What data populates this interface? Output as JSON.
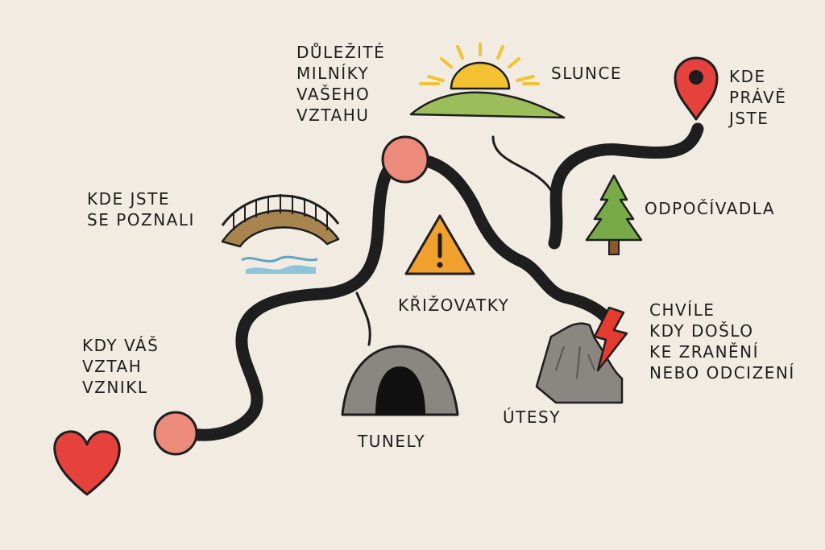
{
  "labels": {
    "milestones": "DŮLEŽITÉ\nMILNÍKY\nVAŠEHO\nVZTAHU",
    "sun": "SLUNCE",
    "here": "KDE\nPRÁVĚ\nJSTE",
    "met": "KDE JSTE\nSE POZNALI",
    "rest": "ODPOČÍVADLA",
    "crossroads": "KŘIŽOVATKY",
    "hurt": "CHVÍLE\nKDY DOŠLO\nKE ZRANĚNÍ\nNEBO ODCIZENÍ",
    "origin": "KDY VÁŠ\nVZTAH\nVZNIKL",
    "tunnels": "TUNELY",
    "cliffs": "ÚTESY"
  },
  "icons": {
    "start": "heart-icon",
    "end": "map-pin-icon",
    "met": "bridge-icon",
    "sun": "sunrise-icon",
    "crossroads": "warning-icon",
    "tunnels": "tunnel-icon",
    "cliffs": "cliff-icon",
    "hurt": "lightning-icon",
    "rest": "pine-tree-icon"
  },
  "colors": {
    "background": "#f1ebe2",
    "road": "#1e1e1e",
    "heart": "#e5423d",
    "pin": "#e5423d",
    "milestone_dot": "#ec8a7c",
    "sun": "#f2c232",
    "hill": "#9bbd5a",
    "tree": "#78ab48",
    "warning": "#f0a02c",
    "water": "#8ec4d8",
    "bridge": "#a8854e",
    "rock": "#8a8680",
    "lightning": "#e43b2e"
  }
}
